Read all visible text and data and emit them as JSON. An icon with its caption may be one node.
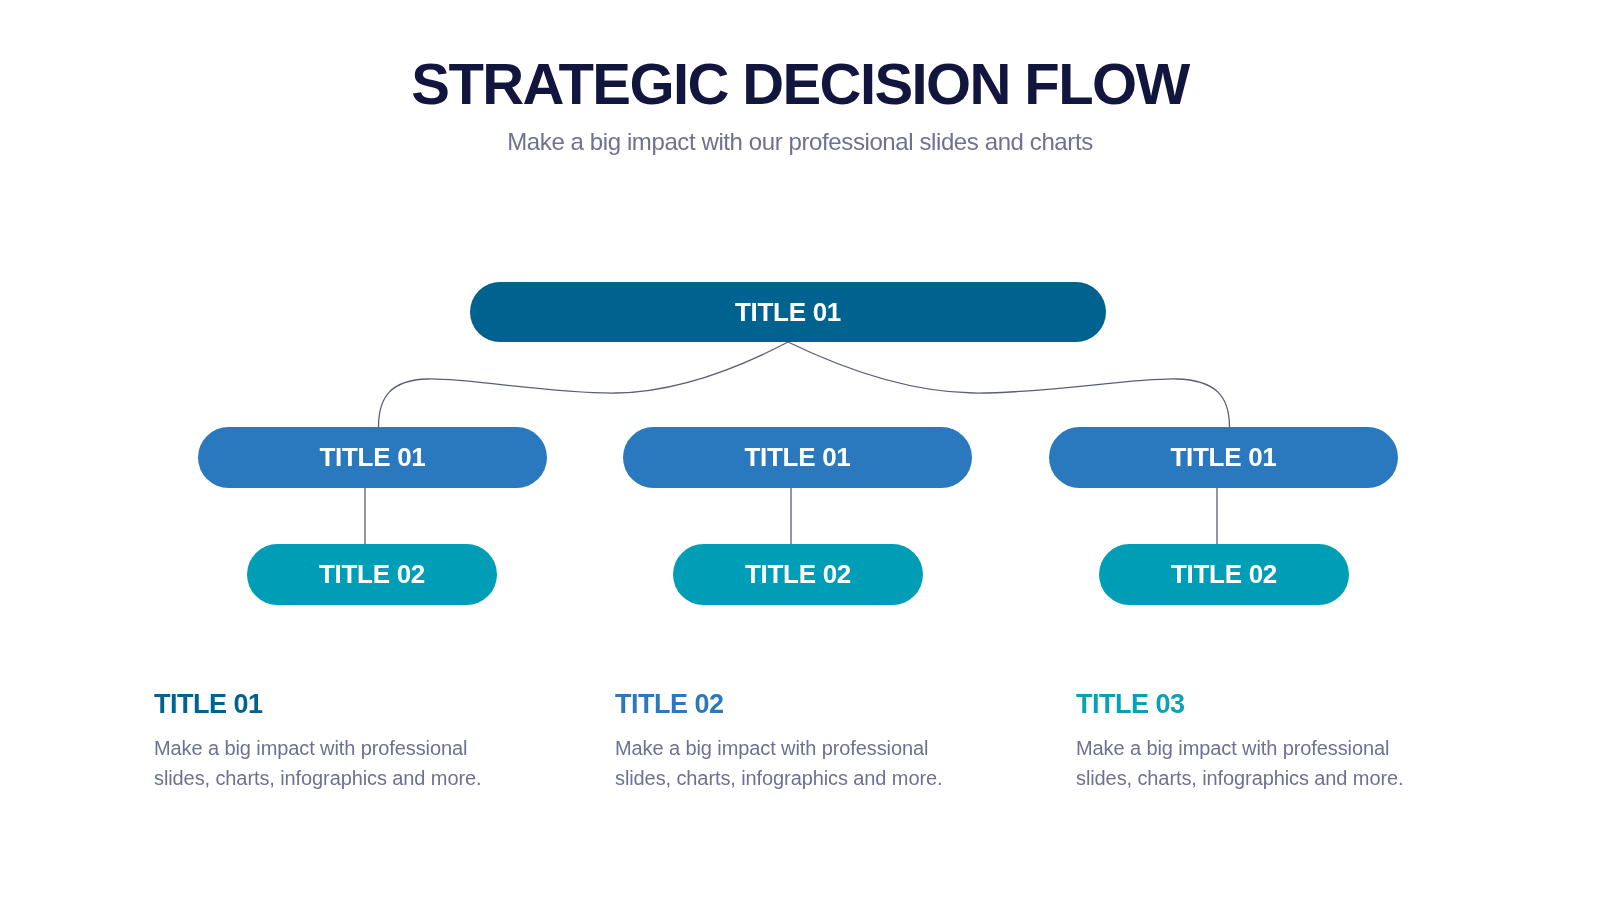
{
  "diagram": {
    "title": "STRATEGIC DECISION FLOW",
    "nodes": [
      {
        "text": [
          "TITLE 01"
        ]
      },
      {
        "text": [
          "TITLE 01"
        ]
      },
      {
        "text": [
          "TITLE 01"
        ]
      },
      {
        "text": [
          "TITLE 01"
        ]
      },
      {
        "text": [
          "TITLE 02"
        ]
      },
      {
        "text": [
          "TITLE 02"
        ]
      },
      {
        "text": [
          "TITLE 02"
        ]
      }
    ],
    "edges": [
      {
        "from": 0,
        "to": 1,
        "arrow": "none"
      },
      {
        "from": 0,
        "to": 3,
        "arrow": "none"
      },
      {
        "from": 1,
        "to": 4,
        "arrow": "none"
      },
      {
        "from": 2,
        "to": 5,
        "arrow": "none"
      },
      {
        "from": 3,
        "to": 6,
        "arrow": "none"
      }
    ],
    "labels": [
      "Make a big impact with our professional slides and charts",
      "TITLE 01",
      "Make a big impact with professional slides, charts, infographics and more.",
      "TITLE 02",
      "Make a big impact with professional slides, charts, infographics and more.",
      "TITLE 03",
      "Make a big impact with professional slides, charts, infographics and more."
    ]
  }
}
